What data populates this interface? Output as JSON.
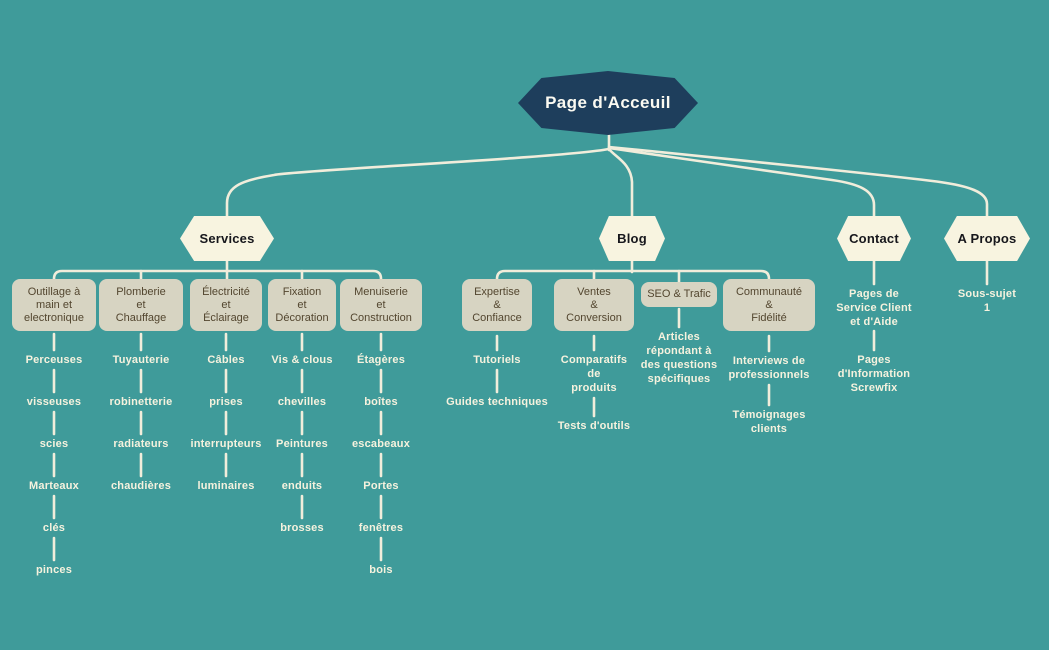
{
  "colors": {
    "background": "#3f9b9a",
    "root_fill": "#1e3e5c",
    "root_text": "#fbfaf2",
    "branch_hex_fill": "#f8f4e0",
    "branch_hex_text": "#17171c",
    "category_box_fill": "#d7d4c2",
    "category_box_text": "#53462f",
    "leaf_text": "#f6f2de",
    "connector_line": "#f1eddb"
  },
  "root": {
    "label": "Page d'Acceuil"
  },
  "branches": [
    {
      "label": "Services",
      "children": [
        {
          "label": "Outillage à\nmain et\nelectronique",
          "items": [
            "Perceuses",
            "visseuses",
            "scies",
            "Marteaux",
            "clés",
            "pinces"
          ]
        },
        {
          "label": "Plomberie\net\nChauffage",
          "items": [
            "Tuyauterie",
            "robinetterie",
            "radiateurs",
            "chaudières"
          ]
        },
        {
          "label": "Électricité\net\nÉclairage",
          "items": [
            "Câbles",
            "prises",
            "interrupteurs",
            "luminaires"
          ]
        },
        {
          "label": "Fixation\net\nDécoration",
          "items": [
            "Vis & clous",
            "chevilles",
            "Peintures",
            "enduits",
            "brosses"
          ]
        },
        {
          "label": "Menuiserie\net\nConstruction",
          "items": [
            "Étagères",
            "boîtes",
            "escabeaux",
            "Portes",
            "fenêtres",
            "bois"
          ]
        }
      ]
    },
    {
      "label": "Blog",
      "children": [
        {
          "label": "Expertise\n&\nConfiance",
          "items": [
            "Tutoriels",
            "Guides techniques"
          ]
        },
        {
          "label": "Ventes\n&\nConversion",
          "items": [
            "Comparatifs\nde\nproduits",
            "Tests d'outils"
          ]
        },
        {
          "label": "SEO & Trafic",
          "items": [
            "Articles\nrépondant à\ndes questions\nspécifiques"
          ]
        },
        {
          "label": "Communauté\n&\nFidélité",
          "items": [
            "Interviews de\nprofessionnels",
            "Témoignages\nclients"
          ]
        }
      ]
    },
    {
      "label": "Contact",
      "items": [
        "Pages de\nService Client\net d'Aide",
        "Pages\nd'Information\nScrewfix"
      ]
    },
    {
      "label": "A Propos",
      "items": [
        "Sous-sujet 1"
      ]
    }
  ]
}
